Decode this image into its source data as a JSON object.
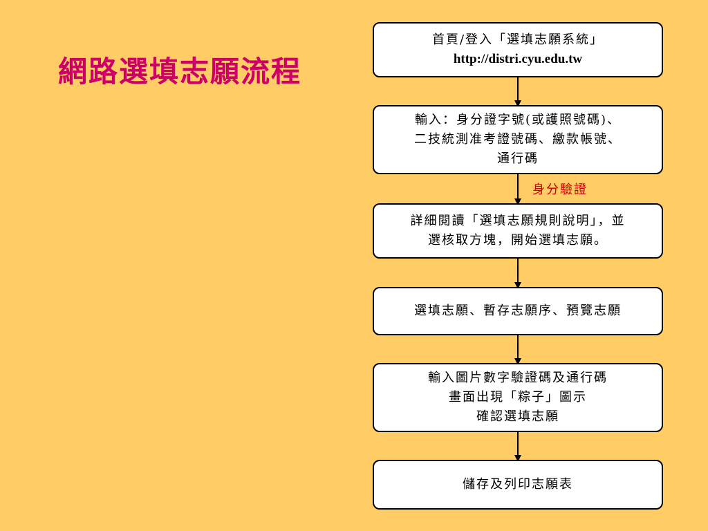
{
  "title": "網路選填志願流程",
  "steps": [
    {
      "lines": [
        "首頁/登入「選填志願系統」",
        "http://distri.cyu.edu.tw"
      ]
    },
    {
      "lines": [
        "輸入：身分證字號(或護照號碼)、",
        "二技統測准考證號碼、繳款帳號、",
        "通行碼"
      ]
    },
    {
      "lines": [
        "詳細閱讀「選填志願規則說明」，並",
        "選核取方塊，開始選填志願。"
      ]
    },
    {
      "lines": [
        "選填志願、暫存志願序、預覽志願"
      ]
    },
    {
      "lines": [
        "輸入圖片數字驗證碼及通行碼",
        "畫面出現「粽子」圖示",
        "確認選填志願"
      ]
    },
    {
      "lines": [
        "儲存及列印志願表"
      ]
    }
  ],
  "arrow_label": "身分驗證",
  "colors": {
    "background": "#ffcc66",
    "title": "#cc0066",
    "arrow_label": "#cc0000"
  }
}
